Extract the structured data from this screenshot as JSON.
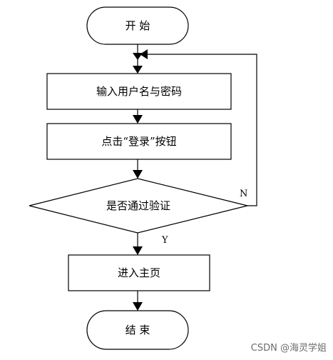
{
  "flowchart": {
    "start": "开 始",
    "step_input": "输入用户名与密码",
    "step_click": "点击“登录”按钮",
    "decision": "是否通过验证",
    "step_enter": "进入主页",
    "end": "结 束",
    "label_no": "N",
    "label_yes": "Y"
  },
  "watermark": "CSDN @海灵学姐"
}
